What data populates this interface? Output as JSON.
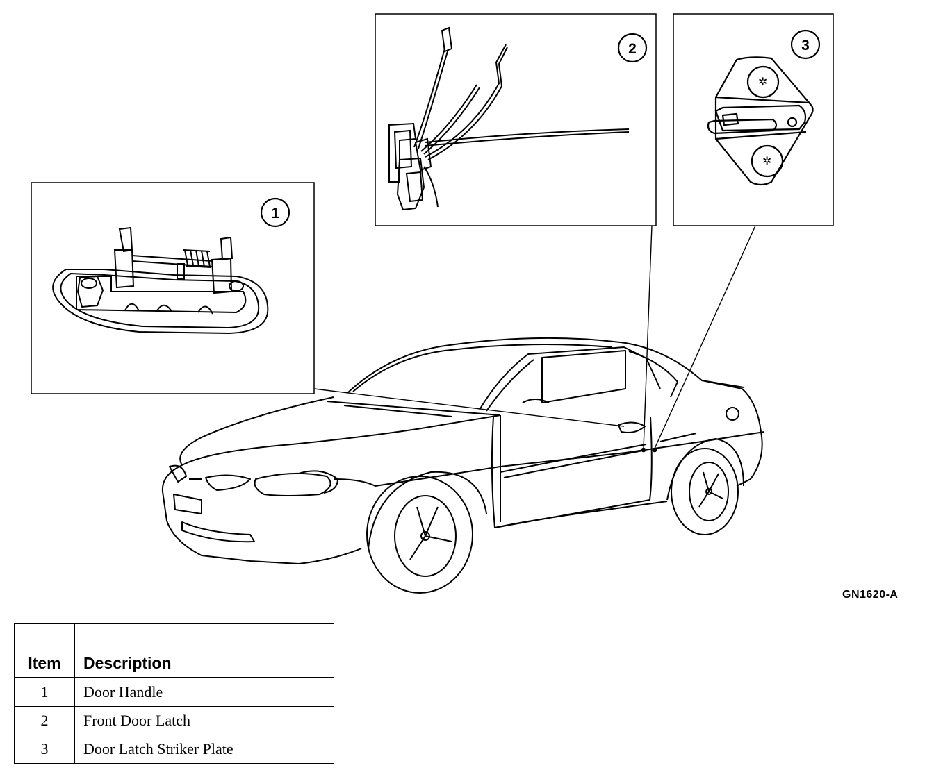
{
  "callouts": {
    "c1": "1",
    "c2": "2",
    "c3": "3"
  },
  "figure_code": "GN1620-A",
  "table": {
    "header_item": "Item",
    "header_description": "Description",
    "rows": [
      {
        "item": "1",
        "description": "Door Handle"
      },
      {
        "item": "2",
        "description": "Front Door Latch"
      },
      {
        "item": "3",
        "description": "Door Latch Striker Plate"
      }
    ]
  }
}
